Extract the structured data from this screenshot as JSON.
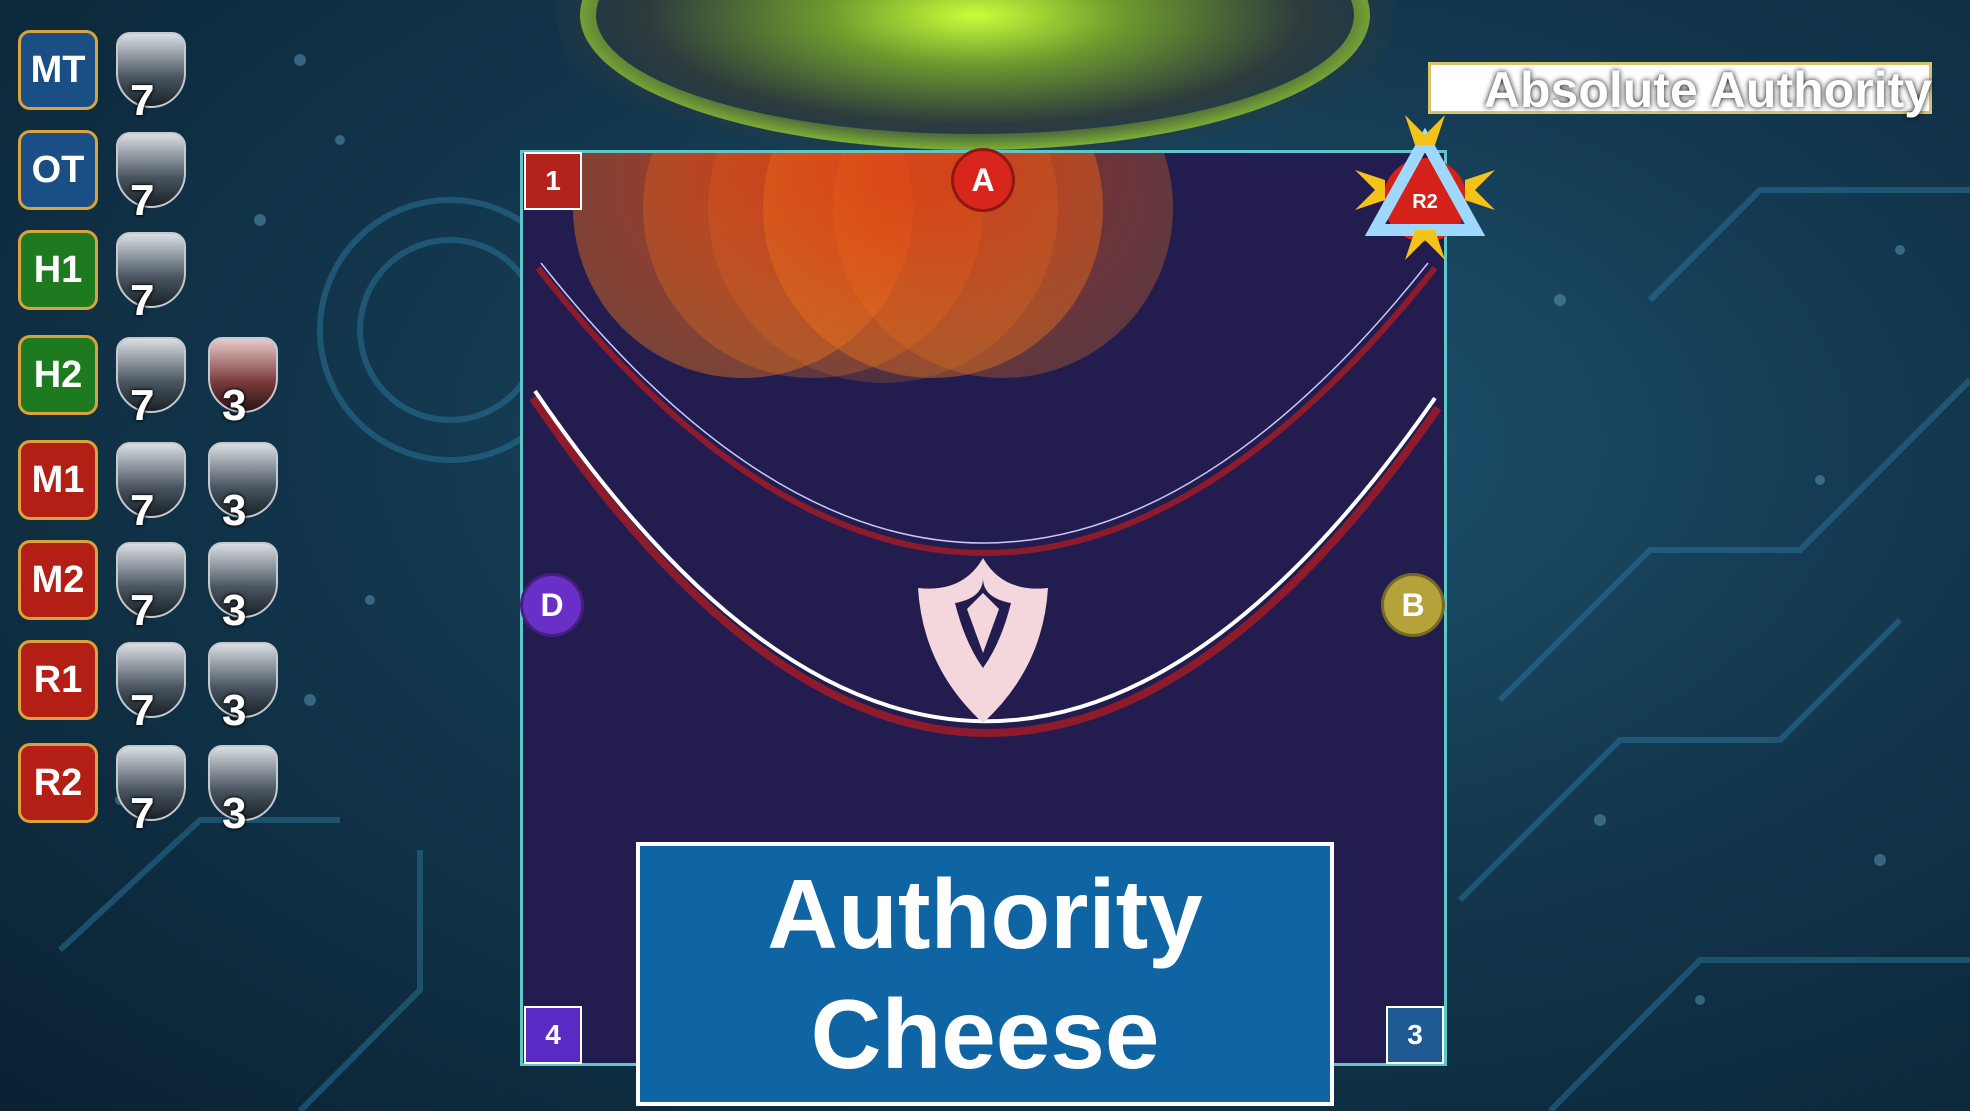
{
  "party": [
    {
      "role": "MT",
      "type": "tank",
      "debuffs": [
        {
          "icon": "seated-figure-debuff-icon",
          "stacks": "7"
        }
      ]
    },
    {
      "role": "OT",
      "type": "tank",
      "debuffs": [
        {
          "icon": "seated-figure-debuff-icon",
          "stacks": "7"
        }
      ]
    },
    {
      "role": "H1",
      "type": "healer",
      "debuffs": [
        {
          "icon": "seated-figure-debuff-icon",
          "stacks": "7"
        }
      ]
    },
    {
      "role": "H2",
      "type": "healer",
      "debuffs": [
        {
          "icon": "seated-figure-debuff-icon",
          "stacks": "7"
        },
        {
          "icon": "red-cross-debuff-icon",
          "stacks": "3"
        }
      ]
    },
    {
      "role": "M1",
      "type": "dps",
      "debuffs": [
        {
          "icon": "seated-figure-debuff-icon",
          "stacks": "7"
        },
        {
          "icon": "chevron-debuff-icon",
          "stacks": "3"
        }
      ]
    },
    {
      "role": "M2",
      "type": "dps",
      "debuffs": [
        {
          "icon": "seated-figure-debuff-icon",
          "stacks": "7"
        },
        {
          "icon": "chevron-debuff-icon",
          "stacks": "3"
        }
      ]
    },
    {
      "role": "R1",
      "type": "dps",
      "debuffs": [
        {
          "icon": "seated-figure-debuff-icon",
          "stacks": "7"
        },
        {
          "icon": "chevron-debuff-icon",
          "stacks": "3"
        }
      ]
    },
    {
      "role": "R2",
      "type": "dps",
      "debuffs": [
        {
          "icon": "seated-figure-debuff-icon",
          "stacks": "7"
        },
        {
          "icon": "chevron-debuff-icon",
          "stacks": "3"
        }
      ]
    }
  ],
  "mechanic_title": "Absolute Authority",
  "caption": {
    "line1": "Authority",
    "line2": "Cheese"
  },
  "waymarks": {
    "A": {
      "label": "A",
      "color": "#d9261c"
    },
    "B": {
      "label": "B",
      "color": "#b5a23a"
    },
    "D": {
      "label": "D",
      "color": "#6a2fc7"
    },
    "1": {
      "label": "1",
      "color": "#b3231d"
    },
    "3": {
      "label": "3",
      "color": "#1f5a95"
    },
    "4": {
      "label": "4",
      "color": "#5a2bc4"
    }
  },
  "player_marker": {
    "label": "R2"
  },
  "colors": {
    "arena": "#231d4f",
    "arena_border": "#5fc7c7",
    "aoe": "#e8531c",
    "caption_bg": "#0f65a3"
  }
}
